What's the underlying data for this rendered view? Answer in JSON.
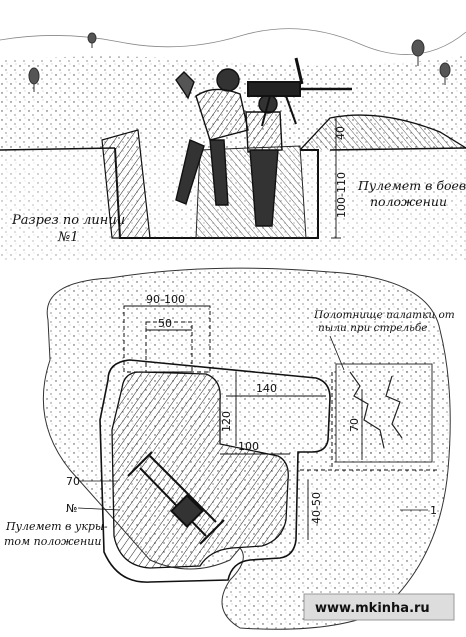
{
  "section_title": [
    "Разрез по линии",
    "№1"
  ],
  "section_caption": [
    "Пулемет в боевом",
    "положении"
  ],
  "plan_caption_left": [
    "Пулемет в укры-",
    "том положении"
  ],
  "plan_caption_right": [
    "Полотнище палатки от",
    "пыли при стрельбе"
  ],
  "dimensions": {
    "depth": "100-110",
    "parapet": "40",
    "top_total": "90-100",
    "top_inner": "50",
    "width_main": "140",
    "depth_main": "120",
    "width_lower": "100",
    "canvas_len": "70",
    "side_gap": "40-50",
    "left_label": "70",
    "section_marker": "№",
    "right_marker": "1"
  },
  "watermark": "www.mkinha.ru"
}
